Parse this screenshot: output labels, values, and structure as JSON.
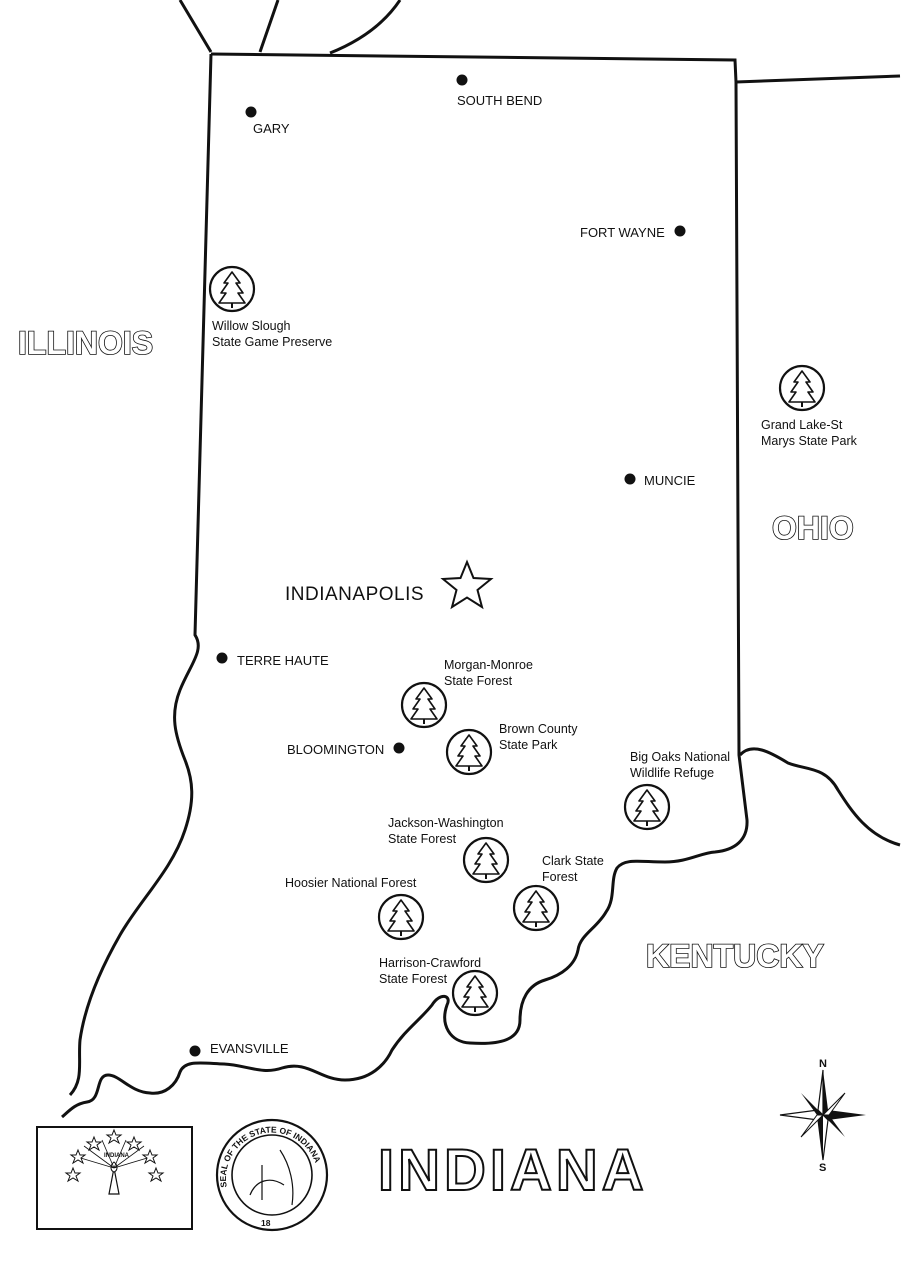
{
  "title": "INDIANA",
  "neighbor_states": {
    "illinois": "ILLINOIS",
    "ohio": "OHIO",
    "kentucky": "KENTUCKY"
  },
  "capital": {
    "name": "INDIANAPOLIS",
    "icon": "star-icon"
  },
  "cities": [
    {
      "name": "GARY"
    },
    {
      "name": "SOUTH BEND"
    },
    {
      "name": "FORT WAYNE"
    },
    {
      "name": "MUNCIE"
    },
    {
      "name": "TERRE HAUTE"
    },
    {
      "name": "BLOOMINGTON"
    },
    {
      "name": "EVANSVILLE"
    }
  ],
  "parks": [
    {
      "line1": "Willow Slough",
      "line2": "State Game Preserve",
      "icon": "tree-icon"
    },
    {
      "line1": "Grand Lake-St",
      "line2": "Marys State Park",
      "icon": "tree-icon"
    },
    {
      "line1": "Morgan-Monroe",
      "line2": "State Forest",
      "icon": "tree-icon"
    },
    {
      "line1": "Brown County",
      "line2": "State Park",
      "icon": "tree-icon"
    },
    {
      "line1": "Big Oaks National",
      "line2": "Wildlife Refuge",
      "icon": "tree-icon"
    },
    {
      "line1": "Jackson-Washington",
      "line2": "State Forest",
      "icon": "tree-icon"
    },
    {
      "line1": "Clark State",
      "line2": "Forest",
      "icon": "tree-icon"
    },
    {
      "line1": "Hoosier National Forest",
      "line2": "",
      "icon": "tree-icon"
    },
    {
      "line1": "Harrison-Crawford",
      "line2": "State Forest",
      "icon": "tree-icon"
    }
  ],
  "seal": {
    "text": "SEAL OF THE STATE OF INDIANA",
    "year": "18"
  },
  "flag": {
    "banner": "INDIANA",
    "icon": "torch-icon"
  },
  "compass": {
    "north": "N",
    "south": "S",
    "icon": "compass-rose-icon"
  },
  "colors": {
    "ink": "#111111",
    "paper": "#ffffff"
  }
}
